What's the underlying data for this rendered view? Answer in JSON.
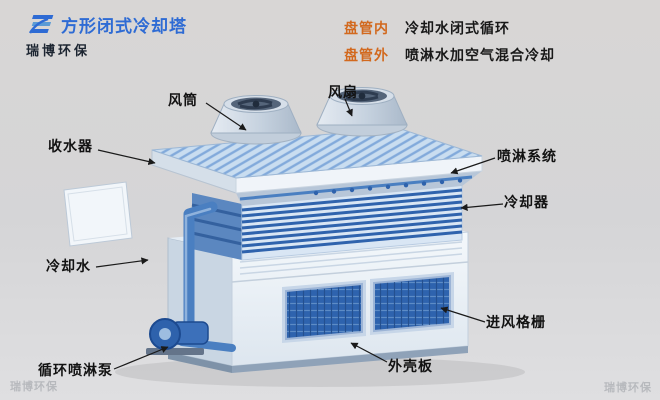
{
  "brand": {
    "title": "方形闭式冷却塔",
    "company": "瑞博环保"
  },
  "legend": {
    "rows": [
      {
        "key": "盘管内",
        "desc": "冷却水闭式循环"
      },
      {
        "key": "盘管外",
        "desc": "喷淋水加空气混合冷却"
      }
    ]
  },
  "labels": {
    "fan_duct": "风筒",
    "fan": "风扇",
    "water_collector": "收水器",
    "spray_system": "喷淋系统",
    "cooler": "冷却器",
    "cooling_water": "冷却水",
    "air_inlet_grille": "进风格栅",
    "shell_plate": "外壳板",
    "circulating_spray_pump": "循环喷淋泵"
  },
  "watermark": "瑞博环保",
  "colors": {
    "title_blue": "#2e6bd4",
    "legend_orange": "#d2691e",
    "label_text": "#121212",
    "tower_blue": "#2e62ac",
    "tower_light": "#d9e6f4"
  }
}
